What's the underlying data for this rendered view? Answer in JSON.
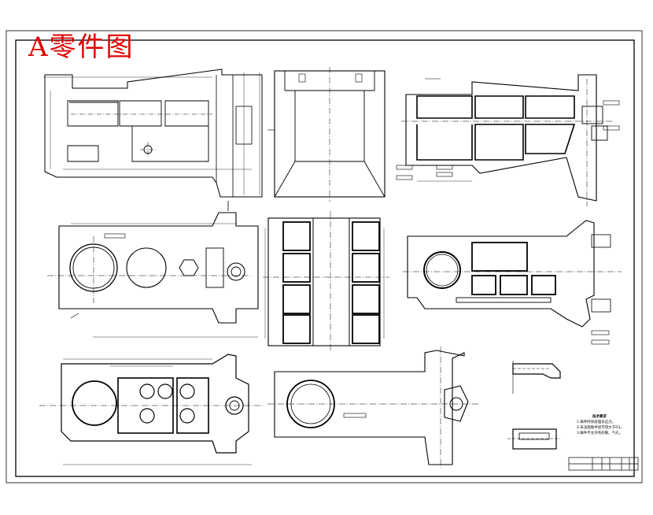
{
  "title": "A零件图",
  "colors": {
    "title": "#e00000",
    "line": "#000000",
    "background": "#ffffff"
  },
  "notes": {
    "heading": "技术要求",
    "items": [
      "1.铸件时效处理去应力。",
      "2.未注圆角半径不得大于R3。",
      "3.铸件不允许有砂眼、气孔。"
    ]
  },
  "title_block": {
    "part_name": "",
    "scale": "",
    "material": "",
    "sheet": ""
  }
}
